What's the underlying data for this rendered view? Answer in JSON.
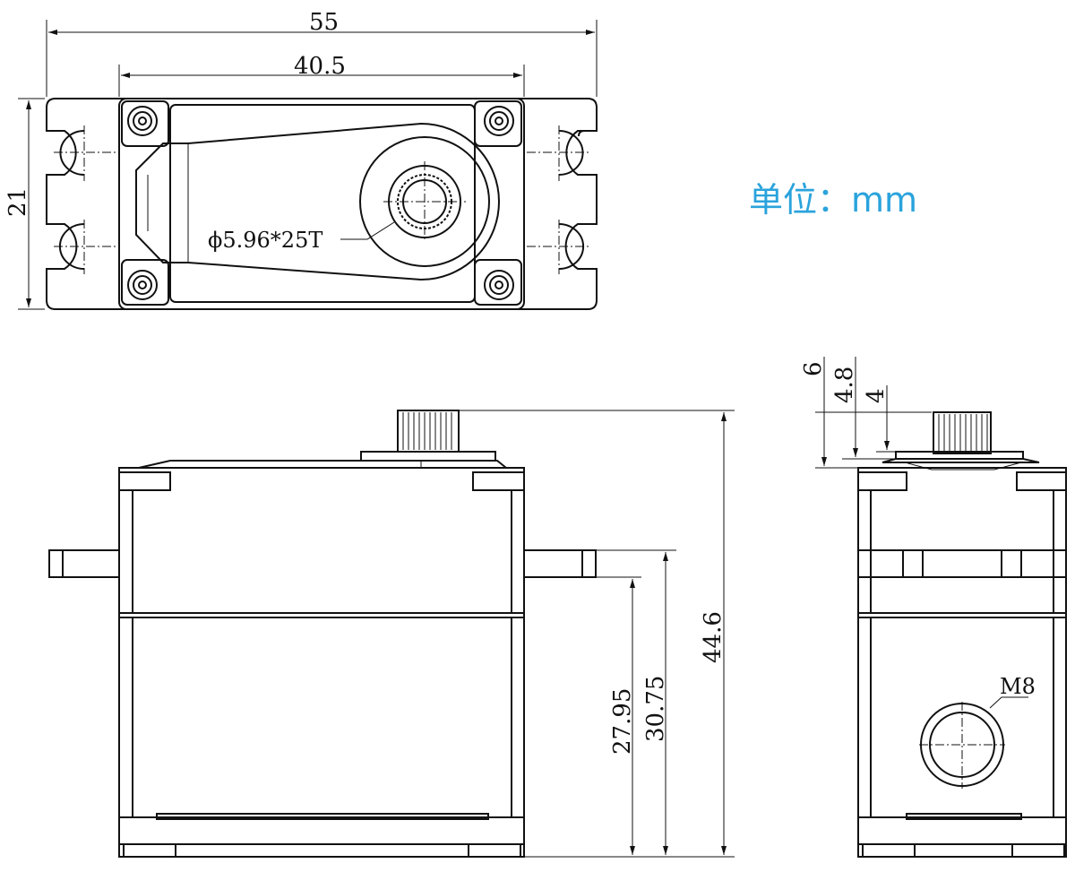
{
  "dimensions": {
    "overall_width": "55",
    "case_width": "40.5",
    "case_depth": "21",
    "overall_height": "44.6",
    "mount_height_upper": "30.75",
    "mount_height_lower": "27.95",
    "spline_height_6": "6",
    "spline_height_48": "4.8",
    "spline_height_4": "4"
  },
  "labels": {
    "spline_spec": "ϕ5.96*25T",
    "thread": "M8",
    "unit": "单位：mm"
  },
  "colors": {
    "line": "#111111",
    "unit_text": "#2aa3dc"
  }
}
